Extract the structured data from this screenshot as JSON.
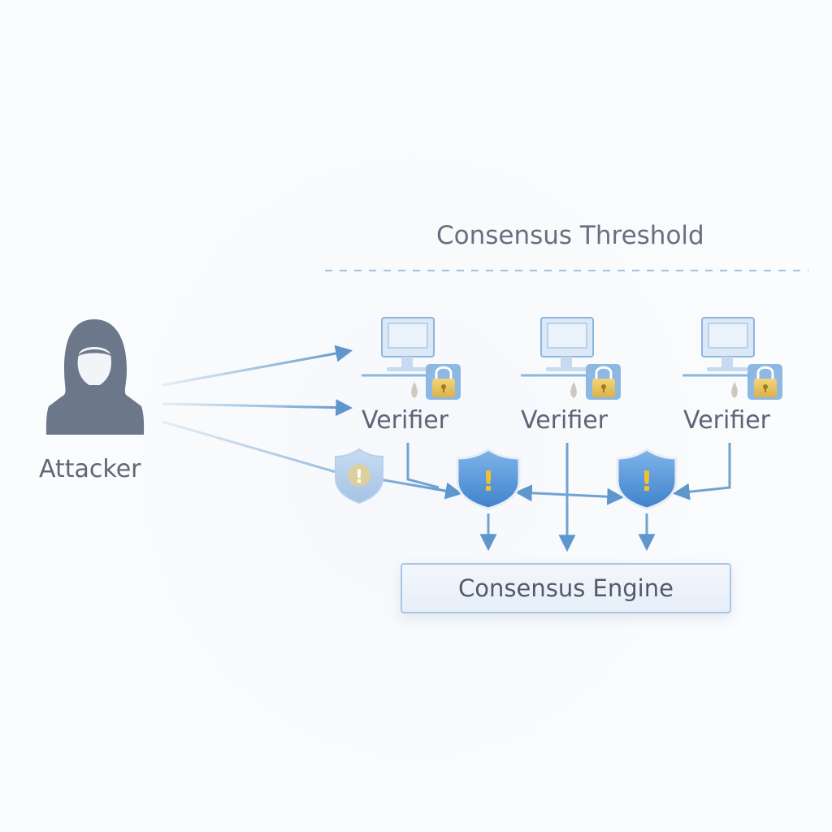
{
  "diagram": {
    "threshold_label": "Consensus Threshold",
    "attacker": {
      "label": "Attacker",
      "icon": "hooded-attacker-icon"
    },
    "verifiers": [
      {
        "label": "Verifier",
        "icon": "computer-icon",
        "lock_icon": "padlock-icon"
      },
      {
        "label": "Verifier",
        "icon": "computer-icon",
        "lock_icon": "padlock-icon"
      },
      {
        "label": "Verifier",
        "icon": "computer-icon",
        "lock_icon": "padlock-icon"
      }
    ],
    "alerts": [
      {
        "icon": "warning-shield-icon",
        "symbol": "!"
      },
      {
        "icon": "warning-shield-icon",
        "symbol": "!"
      },
      {
        "icon": "warning-shield-icon",
        "symbol": "!"
      }
    ],
    "engine_label": "Consensus Engine"
  },
  "colors": {
    "arrow": "#6fa3d2",
    "shield": "#5b9bdc",
    "warning": "#f2c12e",
    "lock": "#e9c45a",
    "attacker": "#6c7789",
    "text": "#5c6678"
  }
}
